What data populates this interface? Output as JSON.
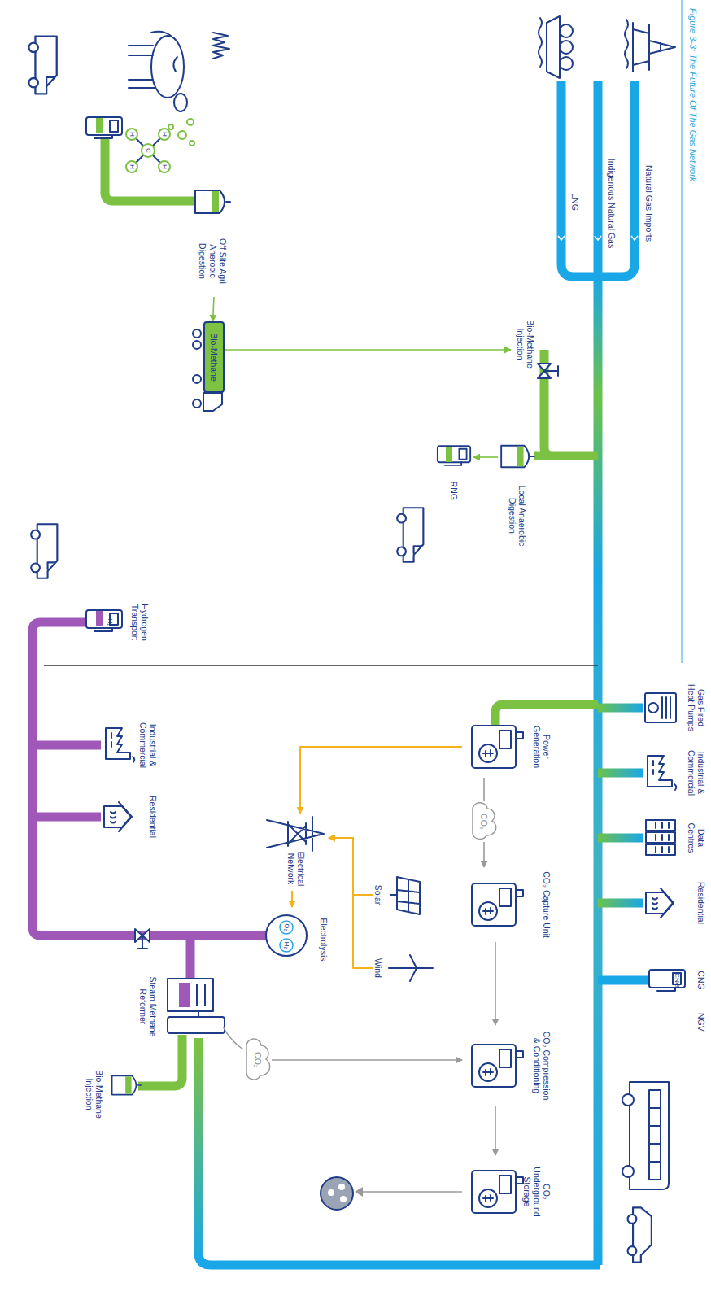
{
  "diagram": {
    "title": "Figure 3-3: The Future Of The Gas Network",
    "nodes": [
      {
        "text": [
          "Natural Gas Imports"
        ]
      },
      {
        "text": [
          "Indigenous Natural Gas"
        ]
      },
      {
        "text": [
          "LNG"
        ]
      },
      {
        "text": [
          "Off Site Agri Anerobic Digestion"
        ]
      },
      {
        "text": [
          "Bio-Methane"
        ]
      },
      {
        "text": [
          "Bio-Methane Injection"
        ]
      },
      {
        "text": [
          "Local Anaerobic Digestion"
        ]
      },
      {
        "text": [
          "RNG"
        ]
      },
      {
        "text": [
          "Hydrogen Transport"
        ]
      },
      {
        "text": [
          "Industrial & Commercial"
        ]
      },
      {
        "text": [
          "Residential"
        ]
      },
      {
        "text": [
          "Gas Fired Heat Pumps"
        ]
      },
      {
        "text": [
          "Industrial & Commercial"
        ]
      },
      {
        "text": [
          "Data Centres"
        ]
      },
      {
        "text": [
          "Residential"
        ]
      },
      {
        "text": [
          "Power Generation"
        ]
      },
      {
        "text": [
          "CO₂"
        ]
      },
      {
        "text": [
          "CO₂ Capture Unit"
        ]
      },
      {
        "text": [
          "CO₂ Compression & Conditioning"
        ]
      },
      {
        "text": [
          "CO₂ Underground Storage"
        ]
      },
      {
        "text": [
          "Wind"
        ]
      },
      {
        "text": [
          "Solar"
        ]
      },
      {
        "text": [
          "Electrical Network"
        ]
      },
      {
        "text": [
          "Electrolysis"
        ]
      },
      {
        "text": [
          "Steam Methane Reformer"
        ]
      },
      {
        "text": [
          "CO₂"
        ]
      },
      {
        "text": [
          "Bio-Methane Injection"
        ]
      },
      {
        "text": [
          "CNG"
        ]
      },
      {
        "text": [
          "NGV"
        ]
      }
    ],
    "edges": [
      {
        "from": 3,
        "to": 4,
        "arrow": "to"
      },
      {
        "from": 4,
        "to": 5,
        "arrow": "to"
      },
      {
        "from": 6,
        "to": 7,
        "arrow": "to"
      },
      {
        "from": 15,
        "to": 16,
        "arrow": "none"
      },
      {
        "from": 16,
        "to": 17,
        "arrow": "to"
      },
      {
        "from": 17,
        "to": 18,
        "arrow": "to"
      },
      {
        "from": 18,
        "to": 19,
        "arrow": "to"
      },
      {
        "from": 25,
        "to": 18,
        "arrow": "to"
      },
      {
        "from": 20,
        "to": 22,
        "arrow": "to"
      },
      {
        "from": 21,
        "to": 22,
        "arrow": "to"
      },
      {
        "from": 15,
        "to": 22,
        "arrow": "to"
      },
      {
        "from": 22,
        "to": 23,
        "arrow": "to"
      }
    ],
    "labels": [
      "CNG",
      "H₂",
      "O₂",
      "H₂",
      "H",
      "H",
      "C",
      "H",
      "H"
    ]
  }
}
